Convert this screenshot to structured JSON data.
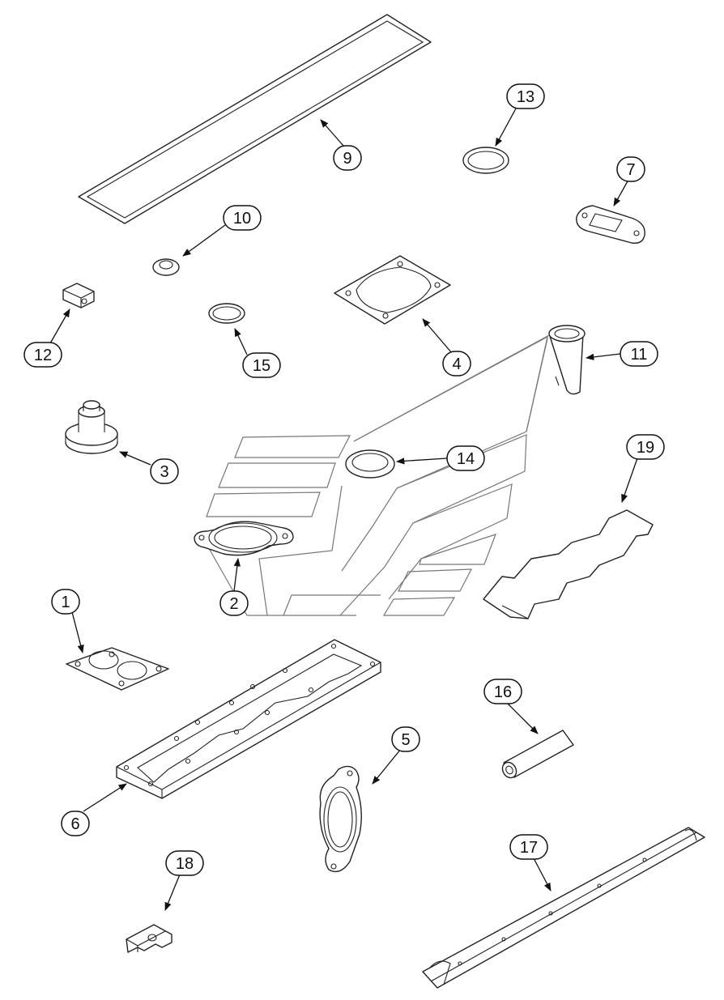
{
  "callouts": [
    {
      "id": "c1",
      "label": "1"
    },
    {
      "id": "c2",
      "label": "2"
    },
    {
      "id": "c3",
      "label": "3"
    },
    {
      "id": "c4",
      "label": "4"
    },
    {
      "id": "c5",
      "label": "5"
    },
    {
      "id": "c6",
      "label": "6"
    },
    {
      "id": "c7",
      "label": "7"
    },
    {
      "id": "c9",
      "label": "9"
    },
    {
      "id": "c10",
      "label": "10"
    },
    {
      "id": "c11",
      "label": "11"
    },
    {
      "id": "c12",
      "label": "12"
    },
    {
      "id": "c13",
      "label": "13"
    },
    {
      "id": "c14",
      "label": "14"
    },
    {
      "id": "c15",
      "label": "15"
    },
    {
      "id": "c16",
      "label": "16"
    },
    {
      "id": "c17",
      "label": "17"
    },
    {
      "id": "c18",
      "label": "18"
    },
    {
      "id": "c19",
      "label": "19"
    }
  ]
}
